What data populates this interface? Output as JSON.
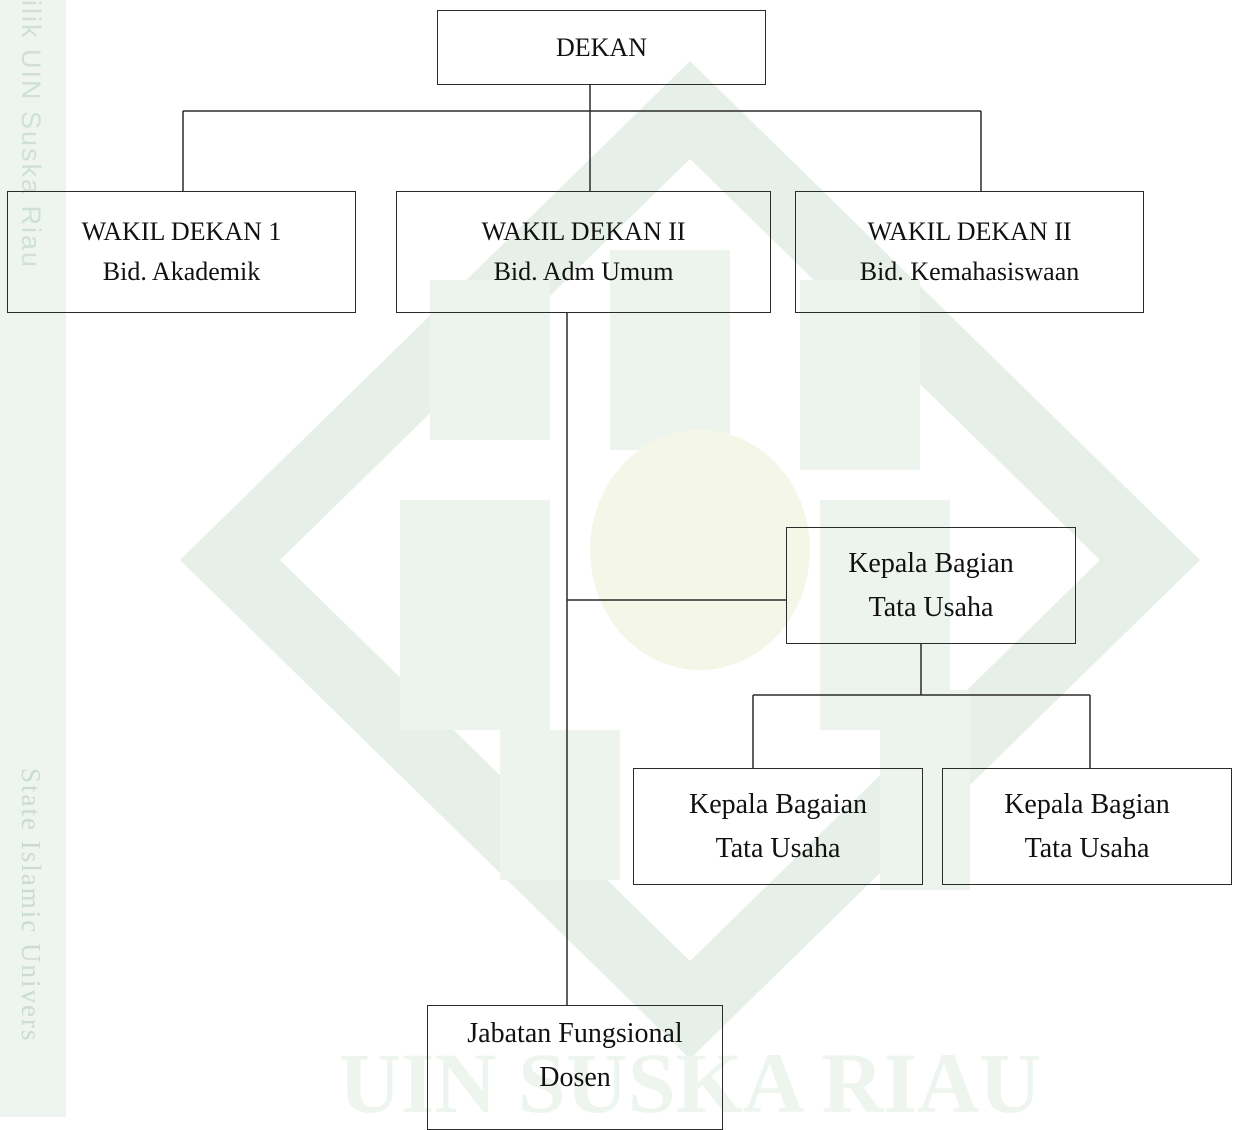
{
  "watermark": {
    "side_top": "ilik UIN Suska Riau",
    "side_bottom": "State Islamic Univers",
    "bottom_text": "UIN SUSKA RIAU",
    "color": "#e8f1ea"
  },
  "nodes": {
    "dekan": {
      "lines": [
        "DEKAN"
      ]
    },
    "wakil1": {
      "lines": [
        "WAKIL DEKAN 1",
        "Bid. Akademik"
      ]
    },
    "wakil2": {
      "lines": [
        "WAKIL DEKAN II",
        "Bid. Adm Umum"
      ]
    },
    "wakil3": {
      "lines": [
        "WAKIL DEKAN II",
        "Bid. Kemahasiswaan"
      ]
    },
    "kabag": {
      "lines": [
        "Kepala Bagian",
        "Tata Usaha"
      ]
    },
    "kasub1": {
      "lines": [
        "Kepala Bagaian",
        "Tata Usaha"
      ]
    },
    "kasub2": {
      "lines": [
        "Kepala Bagian",
        "Tata Usaha"
      ]
    },
    "jabatan": {
      "lines": [
        "Jabatan Fungsional",
        "Dosen"
      ]
    }
  },
  "colors": {
    "line": "#2b2b2b",
    "text": "#111111"
  }
}
